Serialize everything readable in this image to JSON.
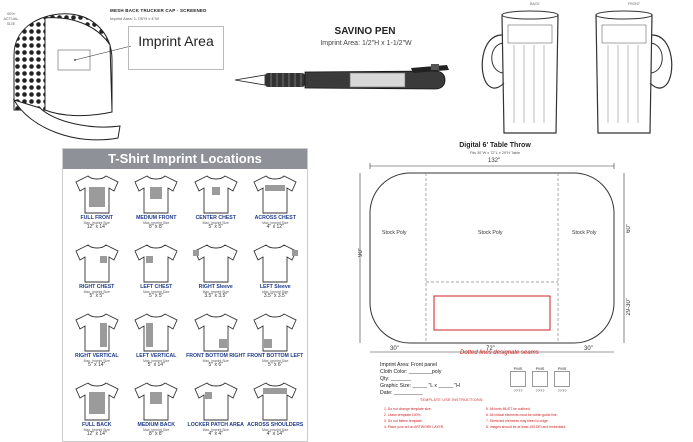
{
  "cap": {
    "title": "MESH BACK TRUCKER CAP - SCREENED",
    "subtitle": "Imprint Area: 1-7/8\"H x 4\"W",
    "side_note": "60% ACTUAL SIZE",
    "imprint_label": "Imprint Area"
  },
  "pen": {
    "title": "SAVINO PEN",
    "imprint": "Imprint Area: 1/2\"H x 1-1/2\"W"
  },
  "mugs": {
    "back_label": "BACK",
    "front_label": "FRONT"
  },
  "tshirt": {
    "title": "T-Shirt Imprint Locations",
    "sub_label": "Max. Imprint Size",
    "items": [
      {
        "label": "FULL FRONT",
        "size": "12\" x 14\""
      },
      {
        "label": "MEDIUM FRONT",
        "size": "8\" x 8\""
      },
      {
        "label": "CENTER CHEST",
        "size": "5\" x 5\""
      },
      {
        "label": "ACROSS CHEST",
        "size": "4\" x 12\""
      },
      {
        "label": "RIGHT CHEST",
        "size": "5\" x 5\""
      },
      {
        "label": "LEFT CHEST",
        "size": "5\" x 5\""
      },
      {
        "label": "RIGHT Sleeve",
        "size": "3.5\" x 3.5\""
      },
      {
        "label": "LEFT Sleeve",
        "size": "3.5\" x 3.5\""
      },
      {
        "label": "RIGHT VERTICAL",
        "size": "5\" x 14\""
      },
      {
        "label": "LEFT VERTICAL",
        "size": "5\" x 14\""
      },
      {
        "label": "FRONT BOTTOM RIGHT",
        "size": "5\" x 6\""
      },
      {
        "label": "FRONT BOTTOM LEFT",
        "size": "5\" x 6\""
      },
      {
        "label": "FULL BACK",
        "size": "12\" x 14\""
      },
      {
        "label": "MEDIUM BACK",
        "size": "8\" x 8\""
      },
      {
        "label": "LOCKER PATCH AREA",
        "size": "4\" x 4\""
      },
      {
        "label": "ACROSS SHOULDERS",
        "size": "4\" x 14\""
      }
    ]
  },
  "throw": {
    "title": "Digital 6' Table Throw",
    "subtitle": "Fits 30\"W x 72\"L x 29\"H Table",
    "width_total": "132\"",
    "height_total": "90\"",
    "height_top": "60\"",
    "height_bottom": "29-30\"",
    "left_w": "30\"",
    "mid_w": "72\"",
    "right_w": "30\"",
    "panel_left": "Stock Poly",
    "panel_mid": "Stock Poly",
    "panel_right": "Stock Poly",
    "seam_note": "Dotted lines designate seams",
    "form": {
      "line1": "Imprint Area: Front panel",
      "line2": "Cloth Color: ________poly",
      "line3": "Qty: _______",
      "line4": "Graphic Size: _____ \"L x _____ \"H",
      "line5": "Date: __________"
    },
    "pms": [
      {
        "label": "PMS",
        "value": "????"
      },
      {
        "label": "PMS",
        "value": "????"
      },
      {
        "label": "PMS",
        "value": "????"
      }
    ],
    "instructions_head": "TEMPLATE USE INSTRUCTIONS:",
    "instructions_left": [
      "1. Do not change template size.",
      "2. Leave template 100%.",
      "3. Do not flatten template.",
      "4. Place your art on ARTWORK LAYER."
    ],
    "instructions_right": [
      "5. All fonts MUST be outlined.",
      "6. All critical elements must be within guide line.",
      "7. Stretched elements may bleed to edge.",
      "8. Images should be at least 150 DPI and embedded."
    ]
  }
}
